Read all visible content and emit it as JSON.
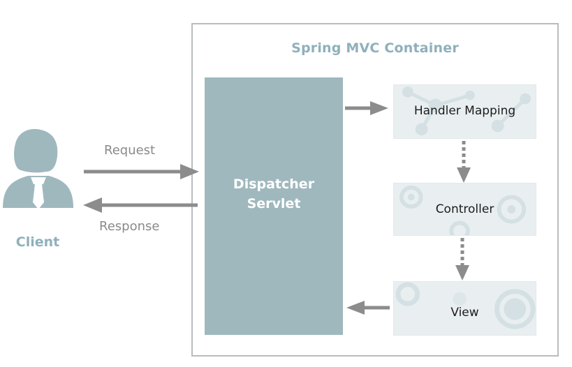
{
  "client": {
    "label": "Client",
    "icon": "user-icon"
  },
  "flows": {
    "request": "Request",
    "response": "Response"
  },
  "container": {
    "title": "Spring MVC Container"
  },
  "dispatcher": {
    "line1": "Dispatcher",
    "line2": "Servlet"
  },
  "nodes": {
    "handler_mapping": "Handler Mapping",
    "controller": "Controller",
    "view": "View"
  },
  "colors": {
    "accent": "#8fb0bb",
    "dispatcher_fill": "#9fb8be",
    "node_fill": "#e9eff1",
    "arrow": "#8c8c8c",
    "border": "#b9bcbe"
  }
}
